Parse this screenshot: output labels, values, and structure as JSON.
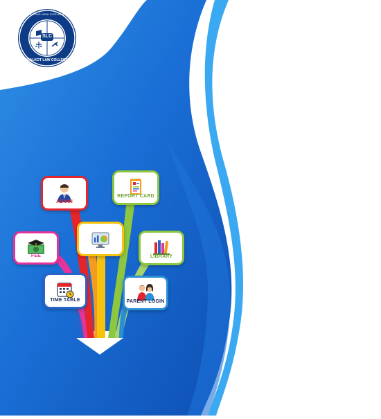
{
  "logo": {
    "initials": "SLC",
    "ring_text": "SIALKOT LAW COLLEGE",
    "motto": "CRAFTING LEGAL EXCELLENCE"
  },
  "modules": [
    {
      "key": "admin",
      "label": "ADMIN",
      "icon": "admin-icon",
      "color": "#e4262c"
    },
    {
      "key": "report",
      "label": "REPORT CARD",
      "icon": "report-card-icon",
      "color": "#8dc63f"
    },
    {
      "key": "dashboard",
      "label": "",
      "icon": "dashboard-icon",
      "color": "#f7c30e"
    },
    {
      "key": "fee",
      "label": "FEE",
      "icon": "fee-icon",
      "color": "#e4349b"
    },
    {
      "key": "library",
      "label": "LIBRARY",
      "icon": "library-icon",
      "color": "#8dc63f"
    },
    {
      "key": "timetable",
      "label": "TIME TABLE",
      "icon": "calendar-icon",
      "color": "#2a63c7"
    },
    {
      "key": "parent",
      "label": "PARENT LOGIN",
      "icon": "parent-icon",
      "color": "#2b8fd6"
    }
  ],
  "colors": {
    "blue_dark": "#1565c8",
    "blue_light": "#37a8f0",
    "stripe_light": "#5bc4f7",
    "red": "#e4262c",
    "orange": "#f39c1f",
    "yellow": "#f7c30e",
    "green": "#8dc63f",
    "pink": "#e4349b"
  }
}
